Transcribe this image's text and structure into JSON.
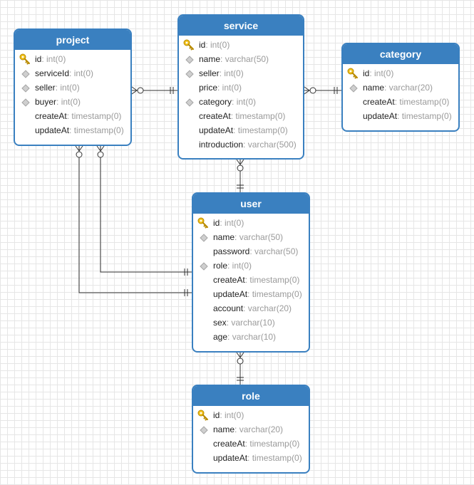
{
  "colors": {
    "header": "#3a80c0",
    "line": "#333333",
    "type_text": "#9a9a9a",
    "key_icon": "#e0a800"
  },
  "entities": {
    "project": {
      "title": "project",
      "fields": [
        {
          "name": "id",
          "type": ": int(0)",
          "icon": "key-icon"
        },
        {
          "name": "serviceId",
          "type": ": int(0)",
          "icon": "diamond-icon"
        },
        {
          "name": "seller",
          "type": ": int(0)",
          "icon": "diamond-icon"
        },
        {
          "name": "buyer",
          "type": ": int(0)",
          "icon": "diamond-icon"
        },
        {
          "name": "createAt",
          "type": ": timestamp(0)",
          "icon": ""
        },
        {
          "name": "updateAt",
          "type": ": timestamp(0)",
          "icon": ""
        }
      ]
    },
    "service": {
      "title": "service",
      "fields": [
        {
          "name": "id",
          "type": ": int(0)",
          "icon": "key-icon"
        },
        {
          "name": "name",
          "type": ": varchar(50)",
          "icon": "diamond-icon"
        },
        {
          "name": "seller",
          "type": ": int(0)",
          "icon": "diamond-icon"
        },
        {
          "name": "price",
          "type": ": int(0)",
          "icon": ""
        },
        {
          "name": "category",
          "type": ": int(0)",
          "icon": "diamond-icon"
        },
        {
          "name": "createAt",
          "type": ": timestamp(0)",
          "icon": ""
        },
        {
          "name": "updateAt",
          "type": ": timestamp(0)",
          "icon": ""
        },
        {
          "name": "introduction",
          "type": ": varchar(500)",
          "icon": ""
        }
      ]
    },
    "category": {
      "title": "category",
      "fields": [
        {
          "name": "id",
          "type": ": int(0)",
          "icon": "key-icon"
        },
        {
          "name": "name",
          "type": ": varchar(20)",
          "icon": "diamond-icon"
        },
        {
          "name": "createAt",
          "type": ": timestamp(0)",
          "icon": ""
        },
        {
          "name": "updateAt",
          "type": ": timestamp(0)",
          "icon": ""
        }
      ]
    },
    "user": {
      "title": "user",
      "fields": [
        {
          "name": "id",
          "type": ": int(0)",
          "icon": "key-icon"
        },
        {
          "name": "name",
          "type": ": varchar(50)",
          "icon": "diamond-icon"
        },
        {
          "name": "password",
          "type": ": varchar(50)",
          "icon": ""
        },
        {
          "name": "role",
          "type": ": int(0)",
          "icon": "diamond-icon"
        },
        {
          "name": "createAt",
          "type": ": timestamp(0)",
          "icon": ""
        },
        {
          "name": "updateAt",
          "type": ": timestamp(0)",
          "icon": ""
        },
        {
          "name": "account",
          "type": ": varchar(20)",
          "icon": ""
        },
        {
          "name": "sex",
          "type": ": varchar(10)",
          "icon": ""
        },
        {
          "name": "age",
          "type": ": varchar(10)",
          "icon": ""
        }
      ]
    },
    "role": {
      "title": "role",
      "fields": [
        {
          "name": "id",
          "type": ": int(0)",
          "icon": "key-icon"
        },
        {
          "name": "name",
          "type": ": varchar(20)",
          "icon": "diamond-icon"
        },
        {
          "name": "createAt",
          "type": ": timestamp(0)",
          "icon": ""
        },
        {
          "name": "updateAt",
          "type": ": timestamp(0)",
          "icon": ""
        }
      ]
    }
  },
  "relationships": [
    {
      "from": "project",
      "to": "service",
      "from_end": "zero-or-many",
      "to_end": "one-and-only-one"
    },
    {
      "from": "service",
      "to": "category",
      "from_end": "zero-or-many",
      "to_end": "one-and-only-one"
    },
    {
      "from": "service",
      "to": "user",
      "from_end": "zero-or-many",
      "to_end": "one-and-only-one"
    },
    {
      "from": "project",
      "to": "user",
      "from_end": "zero-or-many",
      "to_end": "one-and-only-one"
    },
    {
      "from": "project",
      "to": "user",
      "from_end": "zero-or-many",
      "to_end": "one-and-only-one"
    },
    {
      "from": "user",
      "to": "role",
      "from_end": "zero-or-many",
      "to_end": "one-and-only-one"
    }
  ]
}
